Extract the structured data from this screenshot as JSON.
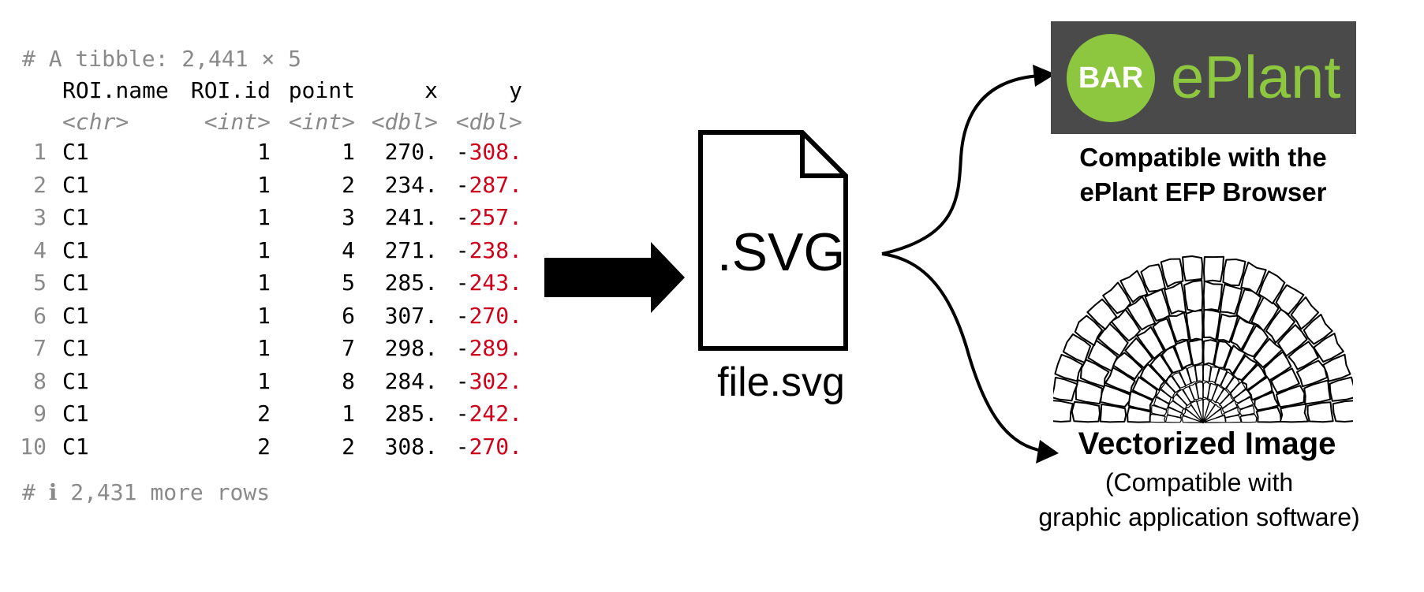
{
  "tibble": {
    "header": "# A tibble: 2,441 × 5",
    "columns": [
      "ROI.name",
      "ROI.id",
      "point",
      "x",
      "y"
    ],
    "types": [
      "<chr>",
      "<int>",
      "<int>",
      "<dbl>",
      "<dbl>"
    ],
    "rows": [
      {
        "n": "1",
        "name": "C1",
        "id": "1",
        "point": "1",
        "x": "270.",
        "y_sign": "-",
        "y": "308."
      },
      {
        "n": "2",
        "name": "C1",
        "id": "1",
        "point": "2",
        "x": "234.",
        "y_sign": "-",
        "y": "287."
      },
      {
        "n": "3",
        "name": "C1",
        "id": "1",
        "point": "3",
        "x": "241.",
        "y_sign": "-",
        "y": "257."
      },
      {
        "n": "4",
        "name": "C1",
        "id": "1",
        "point": "4",
        "x": "271.",
        "y_sign": "-",
        "y": "238."
      },
      {
        "n": "5",
        "name": "C1",
        "id": "1",
        "point": "5",
        "x": "285.",
        "y_sign": "-",
        "y": "243."
      },
      {
        "n": "6",
        "name": "C1",
        "id": "1",
        "point": "6",
        "x": "307.",
        "y_sign": "-",
        "y": "270."
      },
      {
        "n": "7",
        "name": "C1",
        "id": "1",
        "point": "7",
        "x": "298.",
        "y_sign": "-",
        "y": "289."
      },
      {
        "n": "8",
        "name": "C1",
        "id": "1",
        "point": "8",
        "x": "284.",
        "y_sign": "-",
        "y": "302."
      },
      {
        "n": "9",
        "name": "C1",
        "id": "2",
        "point": "1",
        "x": "285.",
        "y_sign": "-",
        "y": "242."
      },
      {
        "n": "10",
        "name": "C1",
        "id": "2",
        "point": "2",
        "x": "308.",
        "y_sign": "-",
        "y": "270."
      }
    ],
    "footer": "# ℹ 2,431 more rows"
  },
  "file": {
    "extension": ".SVG",
    "name": "file.svg"
  },
  "eplant": {
    "logo_badge": "BAR",
    "logo_word": "ePlant",
    "caption_line1": "Compatible with the",
    "caption_line2": "ePlant EFP Browser"
  },
  "vectorized": {
    "title": "Vectorized Image",
    "sub_line1": "(Compatible with",
    "sub_line2": "graphic application software)"
  },
  "colors": {
    "negative_value": "#d0021b",
    "muted_text": "#8a8a8a",
    "logo_background": "#4a4a4a",
    "logo_green": "#8dc63f"
  },
  "icons": [
    "right-arrow-icon",
    "file-icon",
    "curved-arrow-icon",
    "cell-section-icon"
  ]
}
